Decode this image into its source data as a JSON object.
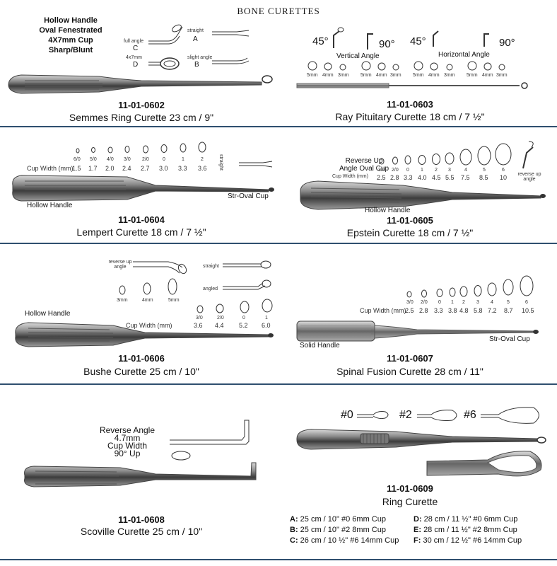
{
  "page_title": "BONE CURETTES",
  "products": [
    {
      "code": "11-01-0602",
      "name": "Semmes Ring Curette 23 cm / 9\"",
      "features": [
        "Hollow Handle",
        "Oval Fenestrated",
        "4X7mm Cup",
        "Sharp/Blunt"
      ],
      "tips": [
        "full angle",
        "C",
        "straight",
        "A",
        "4x7mm",
        "D",
        "slight angle",
        "B"
      ]
    },
    {
      "code": "11-01-0603",
      "name": "Ray Pituitary Curette 18 cm / 7 ½\"",
      "vertical_label": "Vertical Angle",
      "horizontal_label": "Horizontal Angle",
      "angles": [
        "45°",
        "90°",
        "45°",
        "90°"
      ],
      "sizes": [
        "5mm",
        "4mm",
        "3mm",
        "5mm",
        "4mm",
        "3mm",
        "5mm",
        "4mm",
        "3mm",
        "5mm",
        "4mm",
        "3mm"
      ]
    },
    {
      "code": "11-01-0604",
      "name": "Lempert Curette 18 cm / 7 ½\"",
      "handle": "Hollow Handle",
      "tip": "Str-Oval Cup",
      "straight": "straight",
      "cup_label": "Cup Width (mm)",
      "sizes": [
        "6/0",
        "5/0",
        "4/0",
        "3/0",
        "2/0",
        "0",
        "1",
        "2"
      ],
      "widths": [
        "1.5",
        "1.7",
        "2.0",
        "2.4",
        "2.7",
        "3.0",
        "3.3",
        "3.6"
      ]
    },
    {
      "code": "11-01-0605",
      "name": "Epstein Curette 18 cm / 7 ½\"",
      "title_lines": [
        "Reverse Up",
        "Angle Oval Cup"
      ],
      "cup_label": "Cup Width (mm)",
      "handle": "Hollow Handle",
      "reverse": "reverse up angle",
      "sizes": [
        "3/0",
        "2/0",
        "0",
        "1",
        "2",
        "3",
        "4",
        "5",
        "6"
      ],
      "widths": [
        "2.5",
        "2.8",
        "3.3",
        "4.0",
        "4.5",
        "5.5",
        "7.5",
        "8.5",
        "10"
      ]
    },
    {
      "code": "11-01-0606",
      "name": "Bushe Curette 25 cm / 10\"",
      "handle": "Hollow Handle",
      "reverse": "reverse up angle",
      "straight": "straight",
      "angled": "angled",
      "oval_sizes": [
        "3mm",
        "4mm",
        "5mm"
      ],
      "cup_label": "Cup Width (mm)",
      "sizes": [
        "3/0",
        "2/0",
        "0",
        "1"
      ],
      "widths": [
        "3.6",
        "4.4",
        "5.2",
        "6.0"
      ]
    },
    {
      "code": "11-01-0607",
      "name": "Spinal Fusion Curette 28 cm / 11\"",
      "handle": "Solid Handle",
      "tip": "Str-Oval Cup",
      "cup_label": "Cup Width (mm)",
      "sizes": [
        "3/0",
        "2/0",
        "0",
        "1",
        "2",
        "3",
        "4",
        "5",
        "6"
      ],
      "widths": [
        "2.5",
        "2.8",
        "3.3",
        "3.8",
        "4.8",
        "5.8",
        "7.2",
        "8.7",
        "10.5"
      ]
    },
    {
      "code": "11-01-0608",
      "name": "Scoville Curette 25 cm / 10\"",
      "features": [
        "Reverse Angle",
        "4.7mm",
        "Cup Width",
        "90° Up"
      ]
    },
    {
      "code": "11-01-0609",
      "name": "Ring Curette",
      "ring_labels": [
        "#0",
        "#2",
        "#6"
      ],
      "specs": [
        {
          "letter": "A:",
          "text": "25 cm / 10\" #0 6mm Cup"
        },
        {
          "letter": "B:",
          "text": "25 cm / 10\" #2 8mm Cup"
        },
        {
          "letter": "C:",
          "text": "26 cm / 10 ½\" #6 14mm Cup"
        },
        {
          "letter": "D:",
          "text": "28 cm / 11 ½\" #0 6mm Cup"
        },
        {
          "letter": "E:",
          "text": "28 cm / 11 ½\" #2 8mm Cup"
        },
        {
          "letter": "F:",
          "text": "30 cm / 12 ½\" #6 14mm Cup"
        }
      ]
    }
  ]
}
